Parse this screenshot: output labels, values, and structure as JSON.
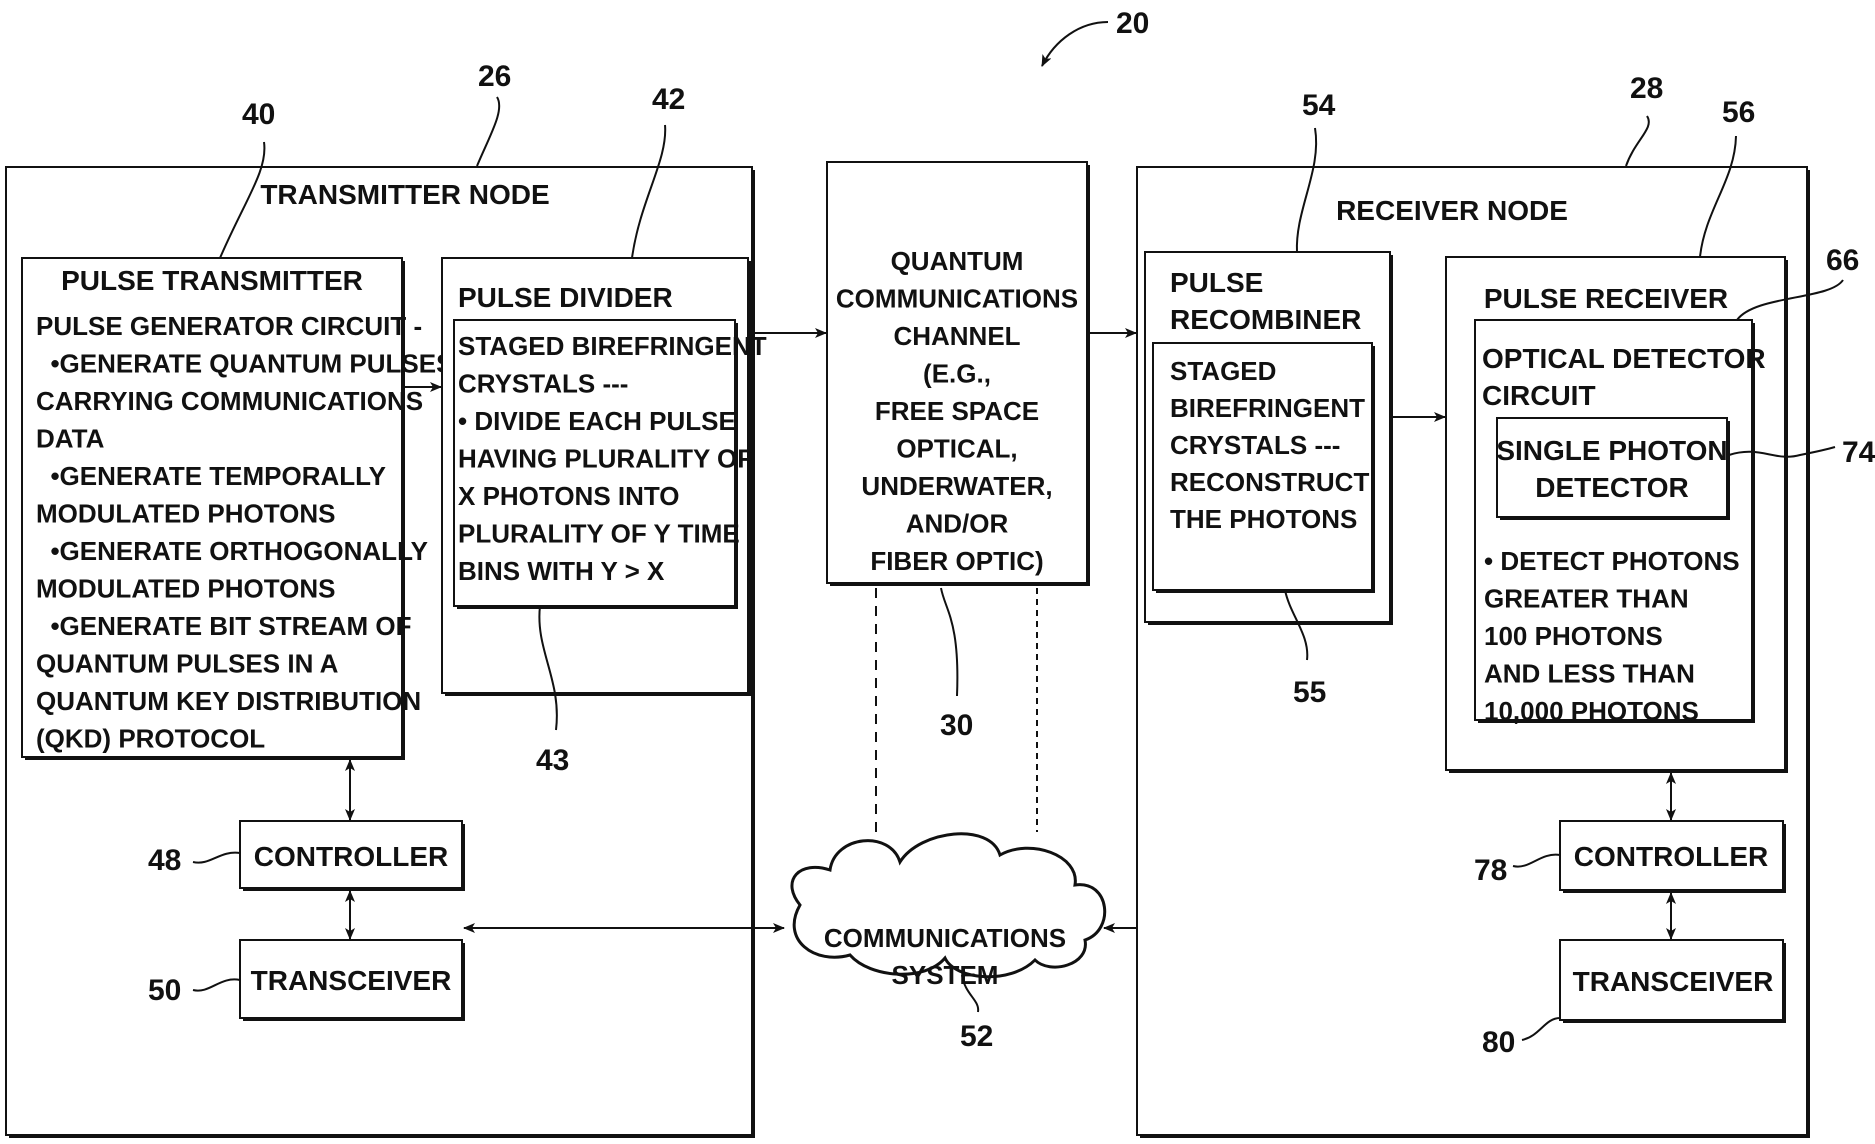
{
  "figure": {
    "ref": "20",
    "transmitter_node": {
      "ref": "26",
      "title": "TRANSMITTER NODE",
      "pulse_transmitter": {
        "ref": "40",
        "title": "PULSE TRANSMITTER",
        "lines": [
          "PULSE GENERATOR CIRCUIT -",
          "  •GENERATE QUANTUM PULSES",
          "CARRYING COMMUNICATIONS",
          "DATA",
          "  •GENERATE TEMPORALLY",
          "MODULATED PHOTONS",
          "  •GENERATE ORTHOGONALLY",
          "MODULATED PHOTONS",
          "  •GENERATE BIT STREAM OF",
          "QUANTUM PULSES IN A",
          "QUANTUM KEY DISTRIBUTION",
          "(QKD) PROTOCOL"
        ]
      },
      "pulse_divider": {
        "ref": "42",
        "title": "PULSE DIVIDER",
        "crystals_ref": "43",
        "lines": [
          "STAGED BIREFRINGENT",
          "CRYSTALS ---",
          "• DIVIDE EACH PULSE",
          "HAVING PLURALITY OF",
          "X PHOTONS INTO",
          "PLURALITY OF Y TIME",
          "BINS WITH Y > X"
        ]
      },
      "controller": {
        "ref": "48",
        "label": "CONTROLLER"
      },
      "transceiver": {
        "ref": "50",
        "label": "TRANSCEIVER"
      }
    },
    "quantum_channel": {
      "ref": "30",
      "lines": [
        "QUANTUM",
        "COMMUNICATIONS",
        "CHANNEL",
        "(E.G.,",
        "FREE SPACE",
        "OPTICAL,",
        "UNDERWATER,",
        "AND/OR",
        "FIBER OPTIC)"
      ]
    },
    "communications_system": {
      "ref": "52",
      "lines": [
        "COMMUNICATIONS",
        "SYSTEM"
      ]
    },
    "receiver_node": {
      "ref": "28",
      "title": "RECEIVER NODE",
      "pulse_recombiner": {
        "ref": "54",
        "title_lines": [
          "PULSE",
          "RECOMBINER"
        ],
        "crystals_ref": "55",
        "lines": [
          "STAGED",
          "BIREFRINGENT",
          "CRYSTALS ---",
          "",
          "RECONSTRUCT",
          "THE PHOTONS"
        ]
      },
      "pulse_receiver": {
        "ref": "56",
        "title": "PULSE RECEIVER",
        "optical_detector": {
          "ref": "66",
          "title_lines": [
            "OPTICAL DETECTOR",
            "CIRCUIT"
          ],
          "lines": [
            "• DETECT PHOTONS",
            "GREATER THAN",
            "100 PHOTONS",
            "AND LESS THAN",
            "10,000 PHOTONS"
          ]
        },
        "single_photon_detector": {
          "ref": "74",
          "lines": [
            "SINGLE PHOTON",
            "DETECTOR"
          ]
        }
      },
      "controller": {
        "ref": "78",
        "label": "CONTROLLER"
      },
      "transceiver": {
        "ref": "80",
        "label": "TRANSCEIVER"
      }
    }
  }
}
